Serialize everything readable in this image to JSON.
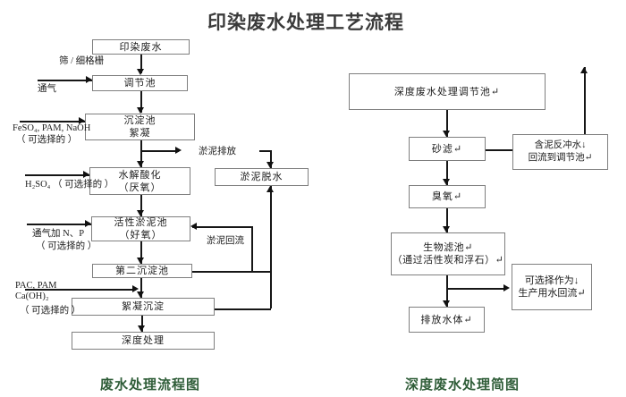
{
  "title": "印染废水处理工艺流程",
  "colors": {
    "caption_green": "#2f5d38",
    "box_border_gray": "#7f7f7f",
    "line_black": "#161616"
  },
  "left_chart": {
    "caption": "废水处理流程图",
    "nodes": {
      "raw_wastewater": "印染废水",
      "regulating_tank": "调节池",
      "sedimentation_tank": "沉淀池",
      "sedimentation_tank_line2": "絮凝",
      "hydrolysis": "水解酸化",
      "hydrolysis_line2": "（厌氧）",
      "activated_sludge": "活性淤泥池",
      "activated_sludge_line2": "（好氧）",
      "secondary_sedimentation": "第二沉淀池",
      "flocculation_sedimentation": "絮凝沉淀",
      "advanced_treatment": "深度处理",
      "sludge_dewatering": "淤泥脱水"
    },
    "labels": {
      "screen": "筛 / 细格栅",
      "aeration": "通气",
      "feso4": "FeSO₄, PAM, NaOH",
      "feso4_optional": "（ 可选择的 ）",
      "h2so4": "H₂SO₄ （ 可选择的 ）",
      "sludge_discharge": "淤泥排放",
      "aeration_np": "通气加 N、P",
      "aeration_np_optional": "（ 可选择的 ）",
      "sludge_return": "淤泥回流",
      "pac_pam": "PAC, PAM",
      "caoh2": "Ca(OH)₂",
      "pac_optional": "（ 可选择的 ）"
    }
  },
  "right_chart": {
    "caption": "深度废水处理简图",
    "nodes": {
      "regulating_tank": "深度废水处理调节池↵",
      "sand_filter": "砂滤↵",
      "backwash_line1": "含泥反冲水↓",
      "backwash_line2": "回流到调节池↵",
      "ozone": "臭氧↵",
      "biofilter_line1": "生物滤池↵",
      "biofilter_line2": "（通过活性炭和浮石）↵",
      "reuse_line1": "可选择作为↓",
      "reuse_line2": "生产用水回流↵",
      "discharge": "排放水体↵"
    }
  }
}
